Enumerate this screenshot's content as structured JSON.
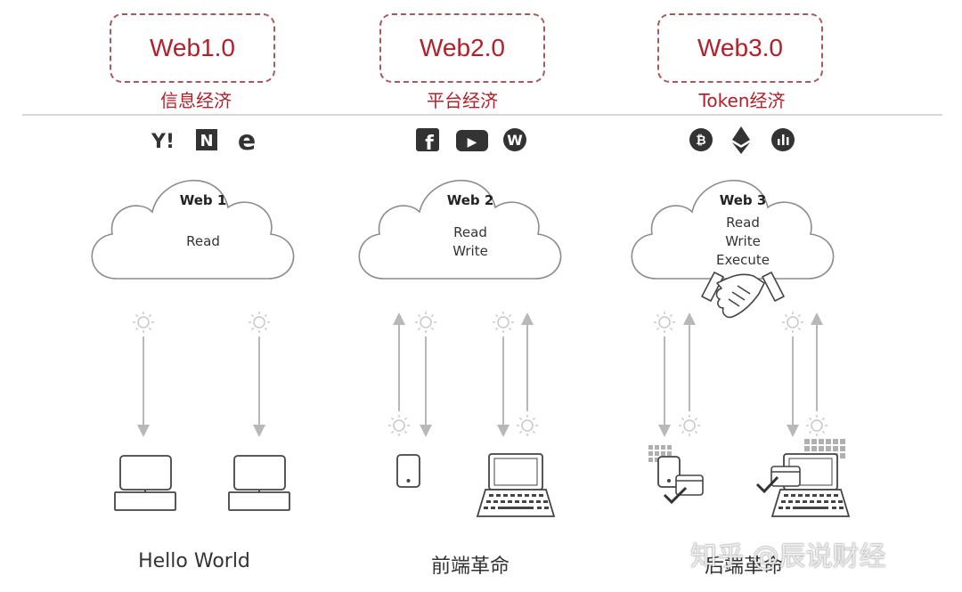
{
  "eras": [
    {
      "title": "Web1.0",
      "subtitle": "信息经济",
      "cloud_title": "Web 1",
      "cloud_lines": [
        "Read"
      ],
      "caption": "Hello World",
      "icons": [
        "yahoo-icon",
        "netscape-icon",
        "internet-explorer-icon"
      ],
      "icon_glyphs": [
        "Y!",
        "N",
        "e"
      ]
    },
    {
      "title": "Web2.0",
      "subtitle": "平台经济",
      "cloud_title": "Web 2",
      "cloud_lines": [
        "Read",
        "Write"
      ],
      "caption": "前端革命",
      "icons": [
        "facebook-icon",
        "youtube-icon",
        "wordpress-icon"
      ],
      "icon_glyphs": [
        "f",
        "▶",
        "W"
      ]
    },
    {
      "title": "Web3.0",
      "subtitle": "Token经济",
      "cloud_title": "Web 3",
      "cloud_lines": [
        "Read",
        "Write",
        "Execute"
      ],
      "caption": "后端革命",
      "icons": [
        "bitcoin-icon",
        "ethereum-icon",
        "chart-token-icon"
      ],
      "icon_glyphs": [
        "₿",
        "◆",
        "▮"
      ]
    }
  ],
  "watermark": "知乎 @辰说财经",
  "colors": {
    "accent": "#b3202a",
    "box_border": "#a85a5a",
    "line": "#444444",
    "arrow": "#b8b8b8"
  }
}
